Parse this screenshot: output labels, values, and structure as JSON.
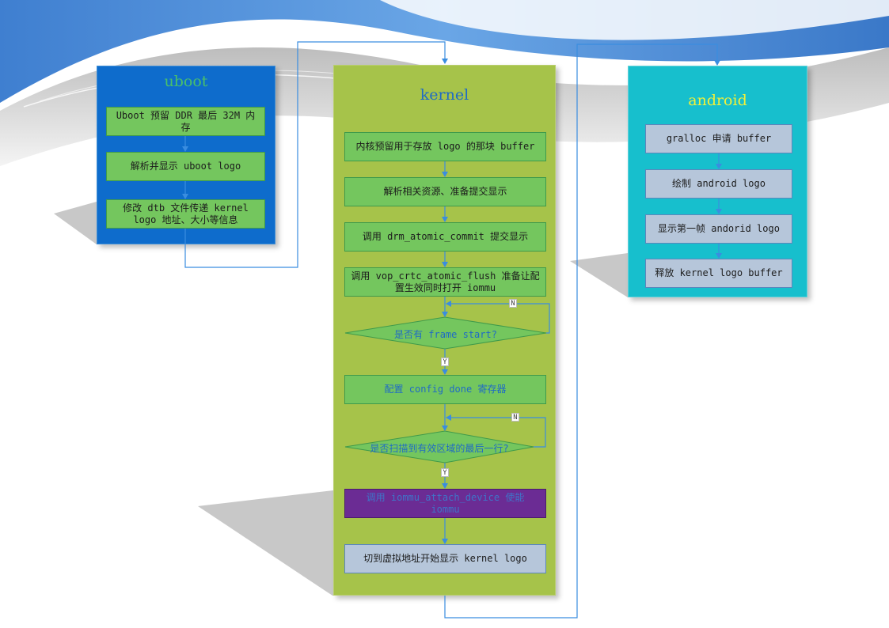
{
  "lanes": {
    "uboot": {
      "title": "uboot",
      "steps": [
        "Uboot 预留 DDR 最后 32M 内存",
        "解析并显示 uboot logo",
        "修改 dtb 文件传递 kernel logo 地址、大小等信息"
      ]
    },
    "kernel": {
      "title": "kernel",
      "steps": [
        "内核预留用于存放 logo 的那块 buffer",
        "解析相关资源、准备提交显示",
        "调用 drm_atomic_commit 提交显示",
        "调用 vop_crtc_atomic_flush 准备让配置生效同时打开 iommu"
      ],
      "decision1": "是否有 frame start?",
      "step_config_done": "配置 config done 寄存器",
      "decision2": "是否扫描到有效区域的最后一行?",
      "step_iommu_attach": "调用 iommu_attach_device 使能 iommu",
      "step_switch": "切到虚拟地址开始显示 kernel logo",
      "yes_label": "Y",
      "no_label": "N"
    },
    "android": {
      "title": "android",
      "steps": [
        "gralloc 申请 buffer",
        "绘制 android logo",
        "显示第一帧 andorid logo",
        "释放 kernel logo buffer"
      ]
    }
  },
  "colors": {
    "uboot_lane": "#0e6ccc",
    "kernel_lane": "#a6c34a",
    "android_lane": "#17bfcd",
    "step_green": "#74c65e",
    "step_grey": "#b6c6da",
    "step_purple": "#6b2c94",
    "connector": "#3a8de0"
  }
}
